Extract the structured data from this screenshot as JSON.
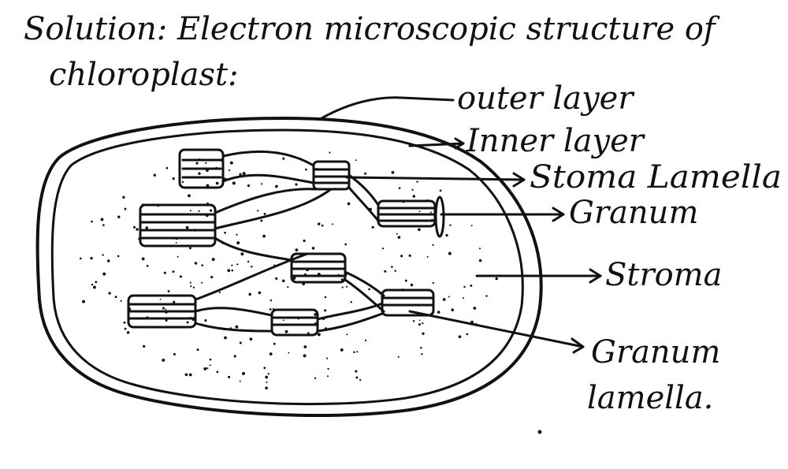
{
  "title": {
    "line1": "Solution: Electron microscopic structure of",
    "line2": "chloroplast:"
  },
  "labels": {
    "outer_layer": "outer layer",
    "inner_layer": "Inner layer",
    "stroma_lamella": "Stoma Lamella",
    "granum": "Granum",
    "stroma": "Stroma",
    "granum_lamella_1": "Granum",
    "granum_lamella_2": "lamella."
  },
  "colors": {
    "ink": "#111111",
    "paper": "#ffffff"
  }
}
